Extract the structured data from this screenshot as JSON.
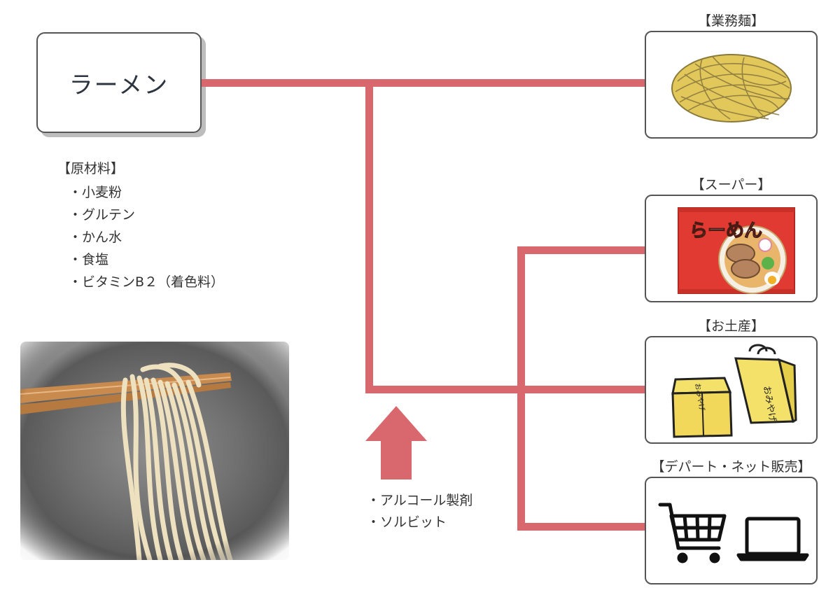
{
  "main": {
    "title": "ラーメン"
  },
  "ingredients": {
    "heading": "【原材料】",
    "items": [
      "・小麦粉",
      "・グルテン",
      "・かん水",
      "・食塩",
      "・ビタミンB２（着色料）"
    ]
  },
  "additives": {
    "items": [
      "・アルコール製剤",
      "・ソルビット"
    ]
  },
  "channels": [
    {
      "title": "【業務麺】",
      "icon": "raw-noodles-icon"
    },
    {
      "title": "【スーパー】",
      "icon": "ramen-package-icon",
      "package_text": "らーめん"
    },
    {
      "title": "【お土産】",
      "icon": "souvenir-bags-icon",
      "label_text": "おみやげ"
    },
    {
      "title": "【デパート・ネット販売】",
      "icons": [
        "shopping-cart-icon",
        "laptop-icon"
      ]
    }
  ],
  "colors": {
    "connector": "#d9686e",
    "border": "#555555"
  }
}
